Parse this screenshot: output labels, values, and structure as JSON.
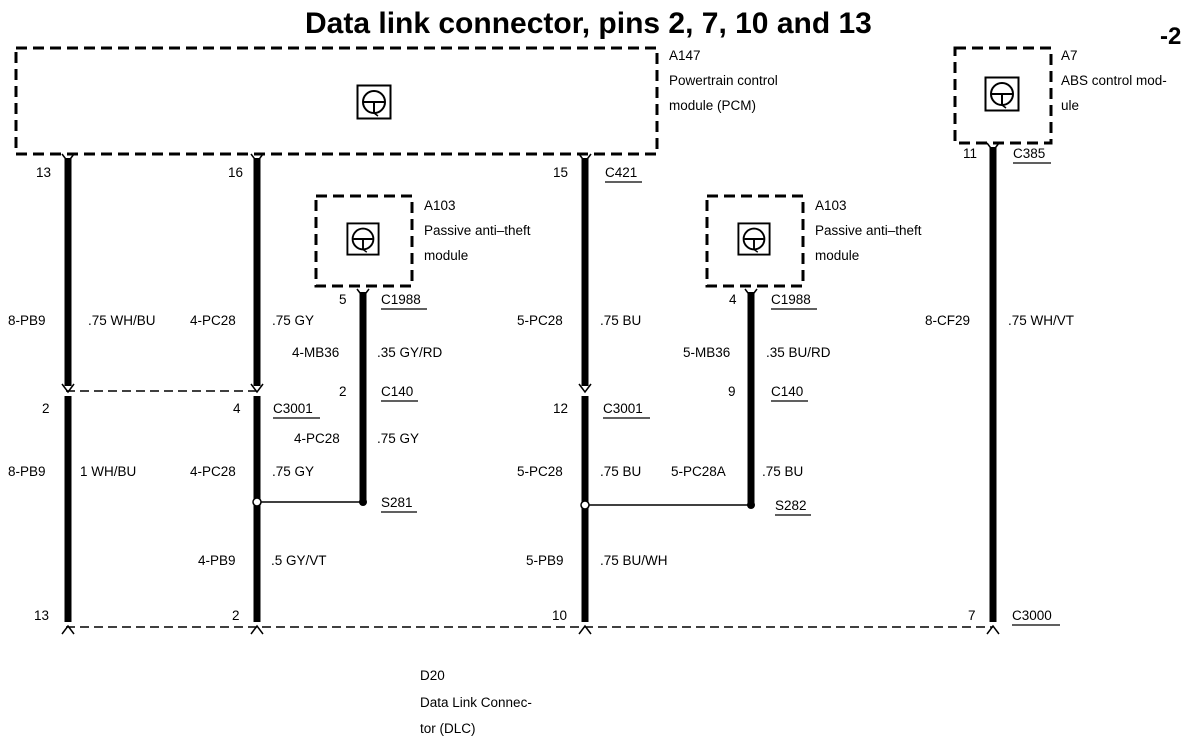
{
  "title": "Data link connector, pins 2, 7, 10 and 13",
  "sheet": "-2",
  "modules": {
    "pcm": {
      "id": "A147",
      "line1": "Powertrain control",
      "line2": "module (PCM)"
    },
    "abs": {
      "id": "A7",
      "line1": "ABS control mod-",
      "line2": "ule"
    },
    "pats1": {
      "id": "A103",
      "line1": "Passive anti–theft",
      "line2": "module"
    },
    "pats2": {
      "id": "A103",
      "line1": "Passive anti–theft",
      "line2": "module"
    },
    "dlc": {
      "id": "D20",
      "line1": "Data Link Connec-",
      "line2": "tor (DLC)"
    }
  },
  "pins": {
    "p13_top": "13",
    "p16_top": "16",
    "p15_top": "15",
    "p11_top": "11",
    "p5_pats1": "5",
    "p4_pats2": "4",
    "p2_left": "2",
    "p4_left": "4",
    "p2_c140a": "2",
    "p12": "12",
    "p9_c140b": "9",
    "p13_bot": "13",
    "p2_bot": "2",
    "p10_bot": "10",
    "p7_bot": "7"
  },
  "connectors": {
    "c421": "C421",
    "c385": "C385",
    "c1988a": "C1988",
    "c1988b": "C1988",
    "c3001a": "C3001",
    "c140a": "C140",
    "c3001b": "C3001",
    "c140b": "C140",
    "c3000": "C3000"
  },
  "splices": {
    "s281": "S281",
    "s282": "S282"
  },
  "circuits": {
    "w1_upper": {
      "circuit": "8-PB9",
      "spec": ".75 WH/BU"
    },
    "w1_lower": {
      "circuit": "8-PB9",
      "spec": "1 WH/BU"
    },
    "w2_upper": {
      "circuit": "4-PC28",
      "spec": ".75 GY"
    },
    "w2_mid": {
      "circuit": "4-PC28",
      "spec": ".75 GY"
    },
    "w2_lower": {
      "circuit": "4-PB9",
      "spec": ".5 GY/VT"
    },
    "w3_upper": {
      "circuit": "4-MB36",
      "spec": ".35 GY/RD"
    },
    "w3_lower": {
      "circuit": "4-PC28",
      "spec": ".75 GY"
    },
    "w4_upper": {
      "circuit": "5-PC28",
      "spec": ".75 BU"
    },
    "w4_mid": {
      "circuit": "5-PC28",
      "spec": ".75 BU"
    },
    "w4_lower": {
      "circuit": "5-PB9",
      "spec": ".75 BU/WH"
    },
    "w5_upper": {
      "circuit": "5-MB36",
      "spec": ".35 BU/RD"
    },
    "w5_lower": {
      "circuit": "5-PC28A",
      "spec": ".75 BU"
    },
    "w6": {
      "circuit": "8-CF29",
      "spec": ".75 WH/VT"
    }
  },
  "icons": [
    "ecu-icon",
    "ecu-icon",
    "ecu-icon",
    "ecu-icon"
  ]
}
